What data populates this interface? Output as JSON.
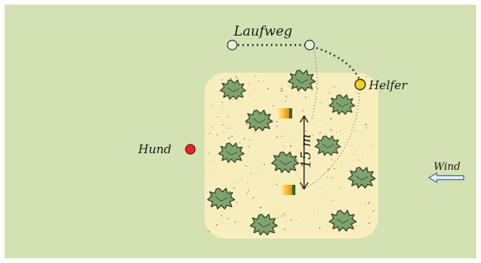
{
  "labels": {
    "path": "Laufweg",
    "helper": "Helfer",
    "dog": "Hund",
    "distance": "15 m",
    "wind": "Wind"
  },
  "colors": {
    "meadow": "#d3e1b3",
    "field": "#f8eebd",
    "bush": "#7fa36d",
    "bush_outline": "#2f3f29",
    "dog": "#e12b22",
    "helper": "#f4d21a"
  },
  "icons": {
    "bush": "bush-icon",
    "person": "person-marker-icon",
    "object": "scent-object-icon",
    "wind": "wind-arrow-icon"
  }
}
